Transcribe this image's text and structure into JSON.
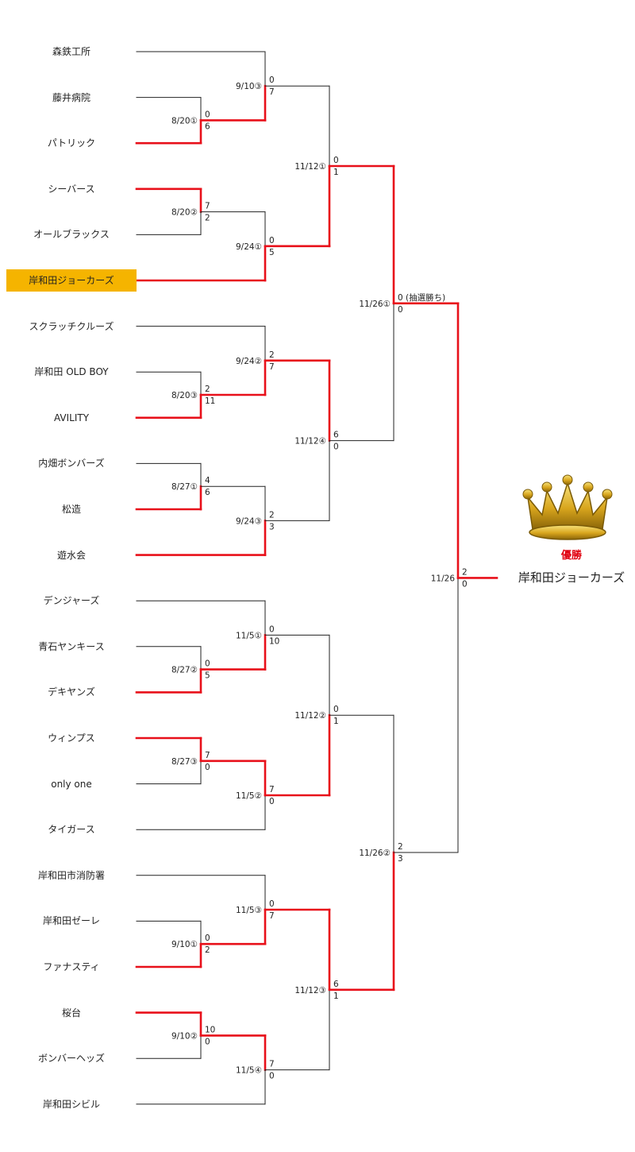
{
  "teams": [
    "森鉄工所",
    "藤井病院",
    "パトリック",
    "シーバース",
    "オールブラックス",
    "岸和田ジョーカーズ",
    "スクラッチクルーズ",
    "岸和田 OLD BOY",
    "AVILITY",
    "内畑ボンバーズ",
    "松造",
    "遊水会",
    "デンジャーズ",
    "青石ヤンキース",
    "デキヤンズ",
    "ウィンプス",
    "only one",
    "タイガース",
    "岸和田市消防署",
    "岸和田ゼーレ",
    "ファナスティ",
    "桜台",
    "ボンバーヘッズ",
    "岸和田シビル"
  ],
  "highlighted_team": "岸和田ジョーカーズ",
  "matches": [
    {
      "id": "m1",
      "date": "8/20①",
      "top": "0",
      "bottom": "6",
      "winner": "bottom"
    },
    {
      "id": "m2",
      "date": "9/10③",
      "top": "0",
      "bottom": "7",
      "winner": "bottom"
    },
    {
      "id": "m3",
      "date": "8/20②",
      "top": "7",
      "bottom": "2",
      "winner": "top"
    },
    {
      "id": "m4",
      "date": "9/24①",
      "top": "0",
      "bottom": "5",
      "winner": "bottom"
    },
    {
      "id": "m5",
      "date": "11/12①",
      "top": "0",
      "bottom": "1",
      "winner": "bottom"
    },
    {
      "id": "m6",
      "date": "8/20③",
      "top": "2",
      "bottom": "11",
      "winner": "bottom"
    },
    {
      "id": "m7",
      "date": "9/24②",
      "top": "2",
      "bottom": "7",
      "winner": "bottom"
    },
    {
      "id": "m8",
      "date": "8/27①",
      "top": "4",
      "bottom": "6",
      "winner": "bottom"
    },
    {
      "id": "m9",
      "date": "9/24③",
      "top": "2",
      "bottom": "3",
      "winner": "bottom"
    },
    {
      "id": "m10",
      "date": "11/12④",
      "top": "6",
      "bottom": "0",
      "winner": "top"
    },
    {
      "id": "m11",
      "date": "11/26①",
      "top": "0 (抽選勝ち)",
      "bottom": "0",
      "winner": "top"
    },
    {
      "id": "m12",
      "date": "8/27②",
      "top": "0",
      "bottom": "5",
      "winner": "bottom"
    },
    {
      "id": "m13",
      "date": "11/5①",
      "top": "0",
      "bottom": "10",
      "winner": "bottom"
    },
    {
      "id": "m14",
      "date": "8/27③",
      "top": "7",
      "bottom": "0",
      "winner": "top"
    },
    {
      "id": "m15",
      "date": "11/5②",
      "top": "7",
      "bottom": "0",
      "winner": "top"
    },
    {
      "id": "m16",
      "date": "11/12②",
      "top": "0",
      "bottom": "1",
      "winner": "bottom"
    },
    {
      "id": "m17",
      "date": "9/10①",
      "top": "0",
      "bottom": "2",
      "winner": "bottom"
    },
    {
      "id": "m18",
      "date": "11/5③",
      "top": "0",
      "bottom": "7",
      "winner": "bottom"
    },
    {
      "id": "m19",
      "date": "9/10②",
      "top": "10",
      "bottom": "0",
      "winner": "top"
    },
    {
      "id": "m20",
      "date": "11/5④",
      "top": "7",
      "bottom": "0",
      "winner": "top"
    },
    {
      "id": "m21",
      "date": "11/12③",
      "top": "6",
      "bottom": "1",
      "winner": "top"
    },
    {
      "id": "m22",
      "date": "11/26②",
      "top": "2",
      "bottom": "3",
      "winner": "bottom"
    },
    {
      "id": "m23",
      "date": "11/26",
      "top": "2",
      "bottom": "0",
      "winner": "top"
    }
  ],
  "champion": {
    "title": "優勝",
    "name": "岸和田ジョーカーズ",
    "icon": "crown-icon"
  },
  "colors": {
    "winner_line": "#e8101a",
    "loser_line": "#222222",
    "highlight": "#f5b400",
    "champion_title": "#e0000f"
  }
}
